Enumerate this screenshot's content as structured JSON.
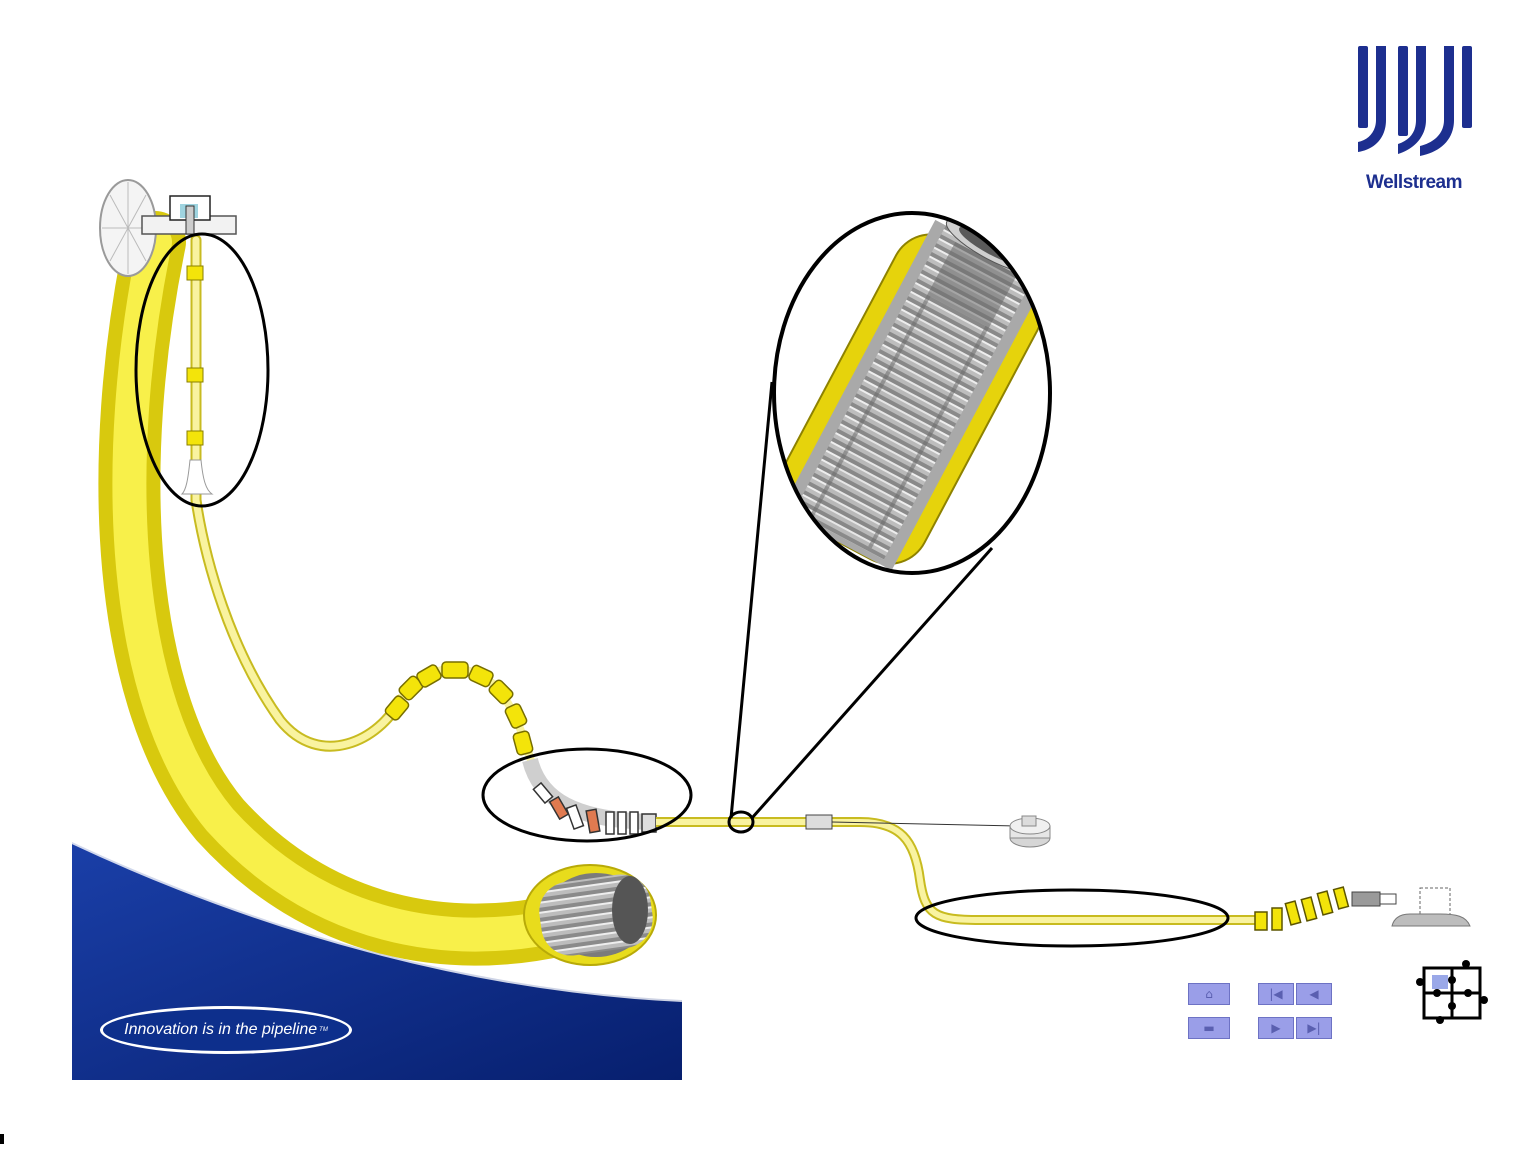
{
  "logo": {
    "brand": "Wellstream",
    "color": "#1d2f8f"
  },
  "tagline": {
    "text": "Innovation is in the pipeline",
    "trademark": "TM"
  },
  "colors": {
    "pipe_yellow": "#f5ec2a",
    "pipe_light": "#f9f39a",
    "banner_blue": "#0d2f8c",
    "nav_button": "#9a9ee8"
  },
  "nav": {
    "home_icon": "home-icon",
    "back_icon": "return-icon",
    "first_icon": "first-slide-icon",
    "prev_icon": "previous-slide-icon",
    "next_icon": "next-slide-icon",
    "last_icon": "last-slide-icon",
    "glyphs": {
      "home": "⌂",
      "back": "▬",
      "first": "|◀",
      "prev": "◀",
      "next": "▶",
      "last": "▶|"
    }
  },
  "puzzle_icon": "puzzle-icon"
}
